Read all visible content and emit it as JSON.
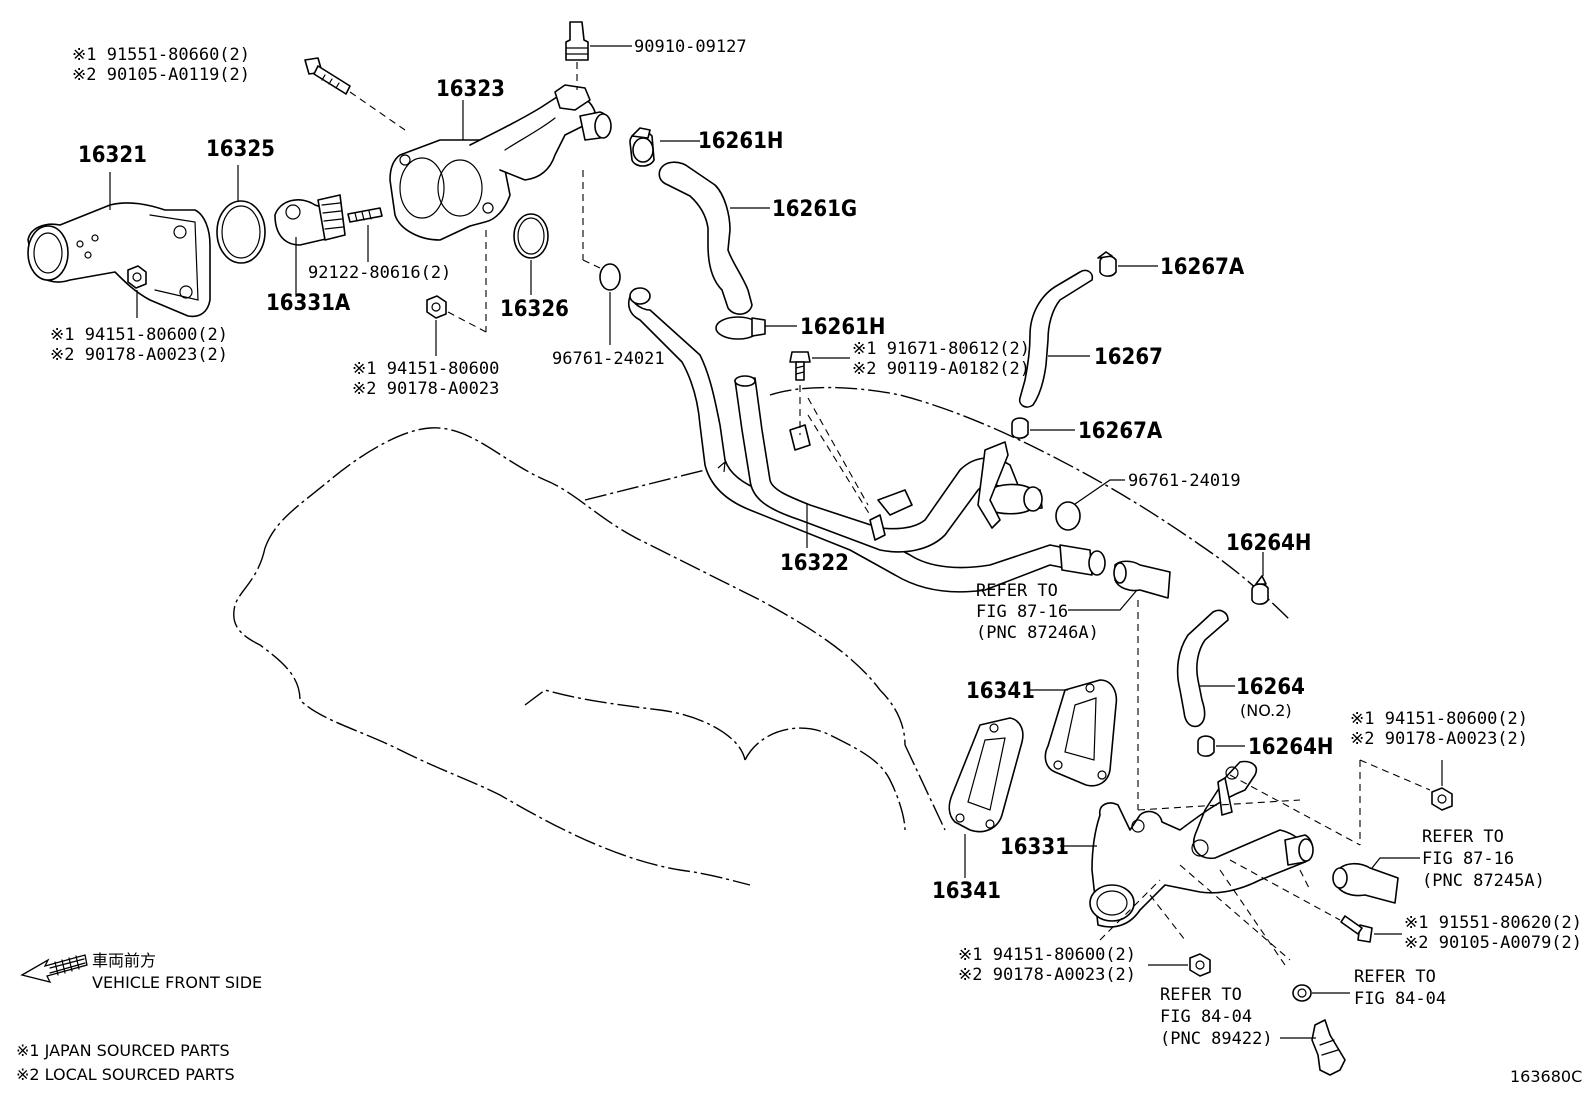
{
  "diagram_id": "163680C",
  "legend": {
    "front_jp": "車両前方",
    "front_en": "VEHICLE FRONT SIDE",
    "note1": "※1 JAPAN SOURCED PARTS",
    "note2": "※2 LOCAL SOURCED PARTS"
  },
  "labels": {
    "p16321": "16321",
    "p16325": "16325",
    "p16323": "16323",
    "p16331A": "16331A",
    "p16326": "16326",
    "p16261H_top": "16261H",
    "p16261G": "16261G",
    "p16261H_mid": "16261H",
    "p16267A_top": "16267A",
    "p16267": "16267",
    "p16267A_mid": "16267A",
    "p16322": "16322",
    "p16264H_top": "16264H",
    "p16264": "16264",
    "p16264_no2": "(NO.2)",
    "p16264H_bot": "16264H",
    "p16341_top": "16341",
    "p16341_bot": "16341",
    "p16331": "16331",
    "pn_90910": "90910-09127",
    "pn_bolt_top_1": "※1 91551-80660(2)",
    "pn_bolt_top_2": "※2 90105-A0119(2)",
    "pn_92122": "92122-80616(2)",
    "pn_nut_left_1": "※1 94151-80600(2)",
    "pn_nut_left_2": "※2 90178-A0023(2)",
    "pn_nut_mid_1": "※1 94151-80600",
    "pn_nut_mid_2": "※2 90178-A0023",
    "pn_96761_24021": "96761-24021",
    "pn_bolt_mid_1": "※1 91671-80612(2)",
    "pn_bolt_mid_2": "※2 90119-A0182(2)",
    "pn_96761_24019": "96761-24019",
    "refer_a_1": "REFER TO",
    "refer_a_2": "FIG 87-16",
    "refer_a_3": "(PNC 87246A)",
    "pn_nut_right_1": "※1 94151-80600(2)",
    "pn_nut_right_2": "※2 90178-A0023(2)",
    "refer_b_1": "REFER TO",
    "refer_b_2": "FIG 87-16",
    "refer_b_3": "(PNC 87245A)",
    "pn_bolt_right_1": "※1 91551-80620(2)",
    "pn_bolt_right_2": "※2 90105-A0079(2)",
    "pn_nut_bot_1": "※1 94151-80600(2)",
    "pn_nut_bot_2": "※2 90178-A0023(2)",
    "refer_c_1": "REFER TO",
    "refer_c_2": "FIG 84-04",
    "refer_c_3": "(PNC 89422)",
    "refer_d_1": "REFER TO",
    "refer_d_2": "FIG 84-04"
  }
}
